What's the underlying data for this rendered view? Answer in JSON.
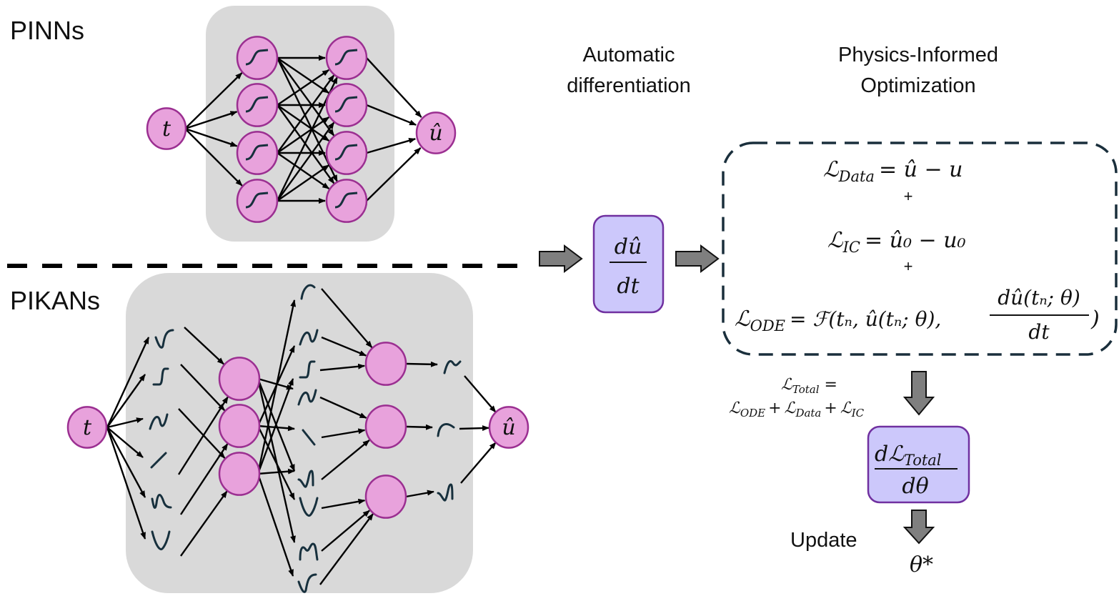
{
  "labels": {
    "pinns": "PINNs",
    "pikans": "PIKANs",
    "autodiff_line1": "Automatic",
    "autodiff_line2": "differentiation",
    "optim_line1": "Physics-Informed",
    "optim_line2": "Optimization",
    "update": "Update"
  },
  "nodes": {
    "input": "t",
    "output": "û"
  },
  "derivative_box": {
    "numerator": "dû",
    "denominator": "dt"
  },
  "losses": {
    "data": {
      "symbol": "ℒ",
      "sub": "Data",
      "rhs": "= û − u"
    },
    "plus1": "+",
    "ic": {
      "symbol": "ℒ",
      "sub": "IC",
      "rhs": "= û₀ − u₀"
    },
    "plus2": "+",
    "ode": {
      "symbol": "ℒ",
      "sub": "ODE",
      "rhs": "= ℱ(tₙ, û(tₙ; θ),",
      "frac_num": "dû(tₙ; θ)",
      "frac_den": "dt",
      "close": ")"
    }
  },
  "total_loss": {
    "line1": "ℒTotal =",
    "line1_sym": "ℒ",
    "line1_sub": "Total",
    "line1_eq": " =",
    "line2_terms": [
      {
        "sym": "ℒ",
        "sub": "ODE"
      },
      {
        "sym": "ℒ",
        "sub": "Data"
      },
      {
        "sym": "ℒ",
        "sub": "IC"
      }
    ],
    "plus": "+"
  },
  "gradient_box": {
    "numerator_sym": "dℒ",
    "numerator_sub": "Total",
    "denominator": "dθ"
  },
  "result": "θ*",
  "colors": {
    "node_fill": "#e8a2dc",
    "node_stroke": "#9b2f91",
    "panel": "#d9d9d9",
    "box_fill": "#ccc8fb",
    "box_stroke": "#7030a0",
    "dashed_box": "#1a2f3c",
    "arrow_fill": "#7f7f7f",
    "spline": "#17303d"
  }
}
